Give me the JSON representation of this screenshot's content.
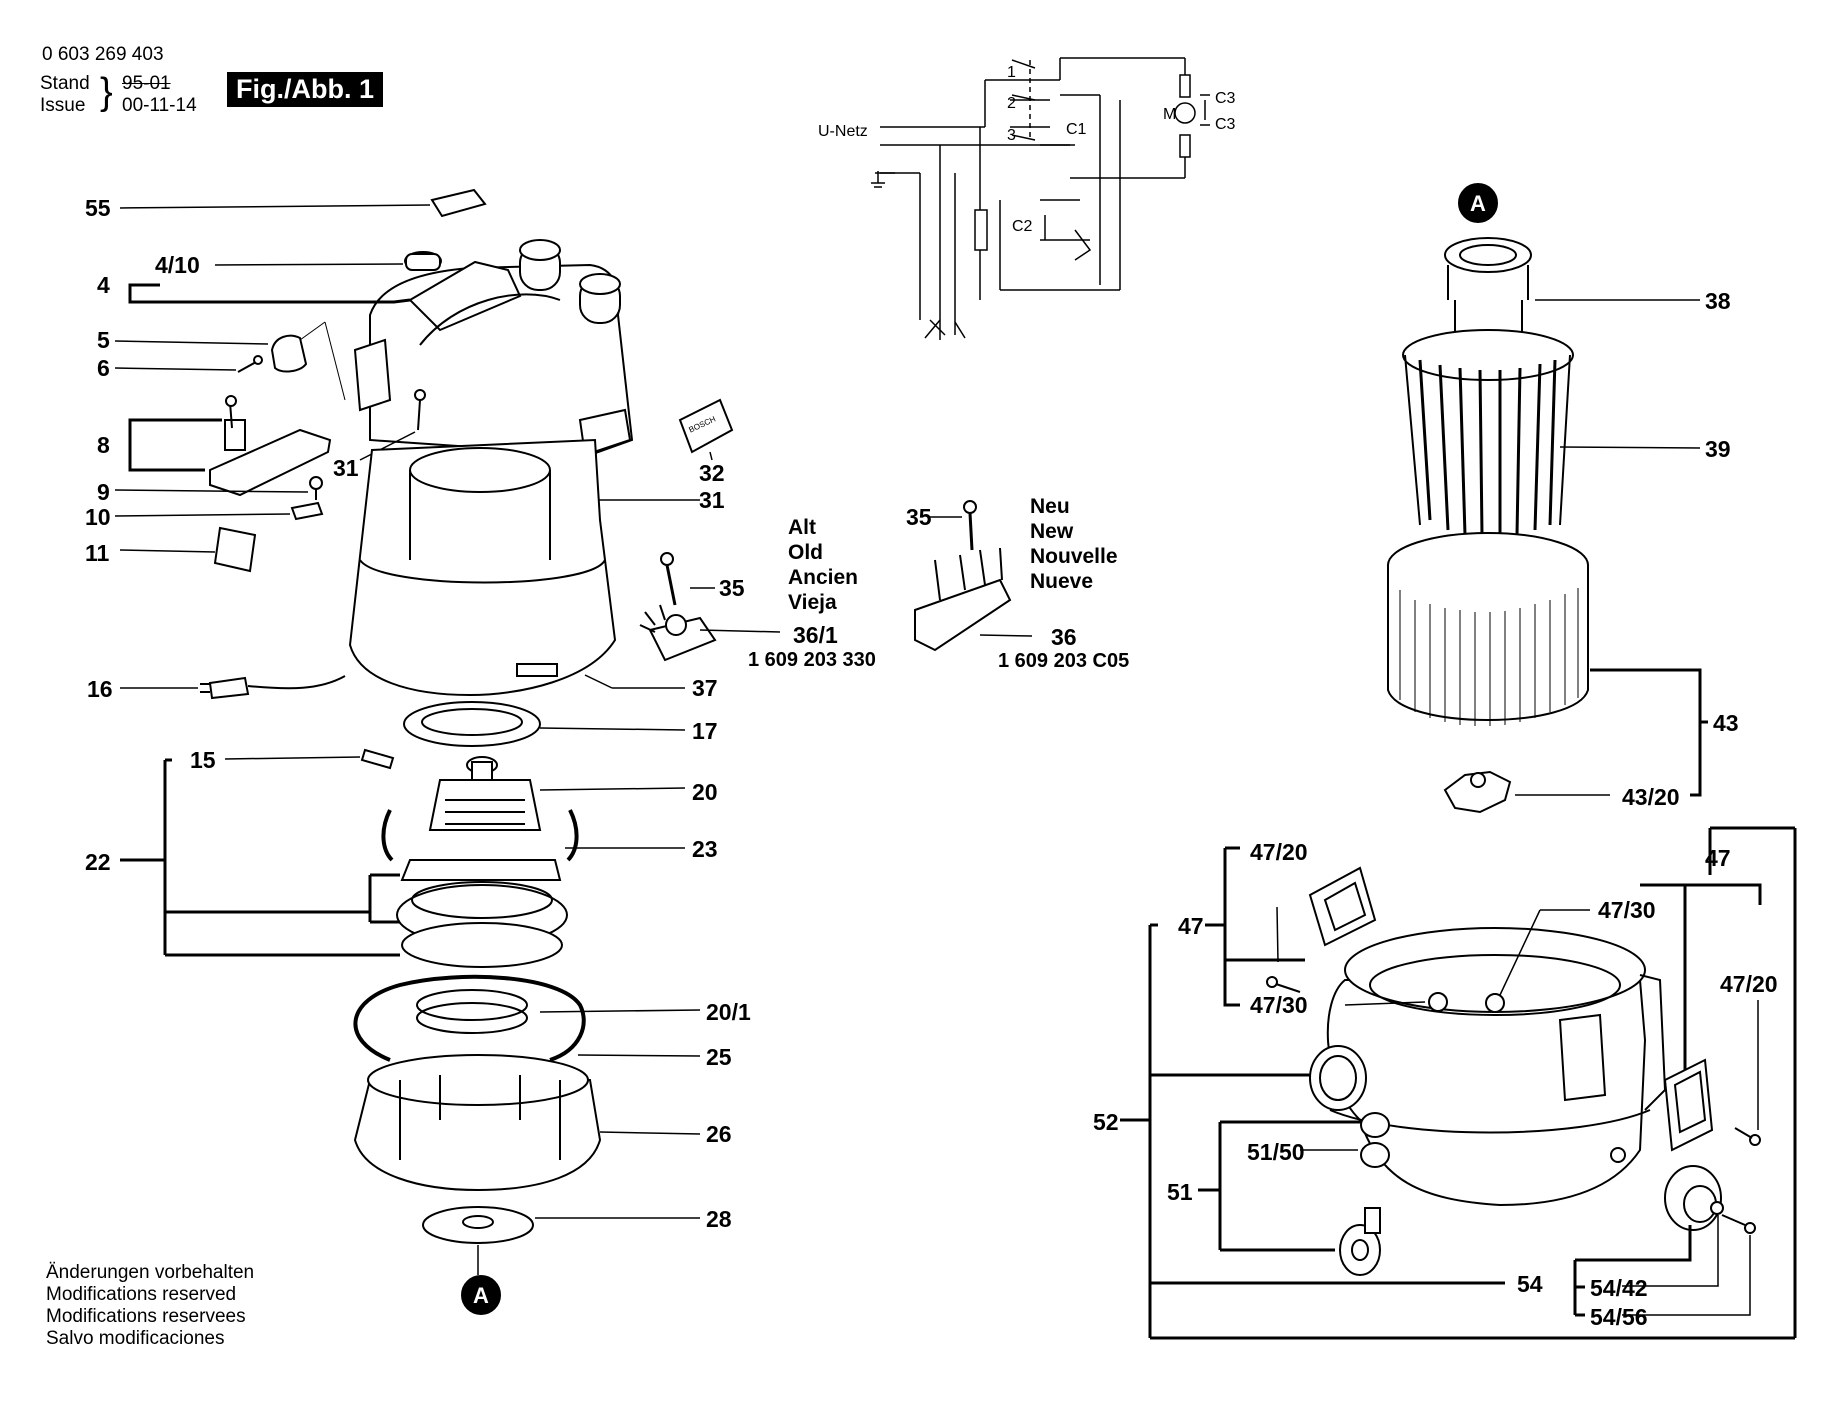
{
  "header": {
    "doc_number": "0 603 269 403",
    "stand_label": "Stand",
    "issue_label": "Issue",
    "stand_date_struck": "95-01",
    "issue_date": "00-11-14",
    "figure_label": "Fig./Abb. 1"
  },
  "notes": [
    "Änderungen vorbehalten",
    "Modifications reserved",
    "Modifications reservees",
    "Salvo modificaciones"
  ],
  "switch_variants": {
    "old_lines": [
      "Alt",
      "Old",
      "Ancien",
      "Vieja"
    ],
    "new_lines": [
      "Neu",
      "New",
      "Nouvelle",
      "Nueve"
    ],
    "old_part_number": "1 609 203 330",
    "new_part_number": "1 609 203 C05"
  },
  "schematic": {
    "supply_label": "U-Netz",
    "motor_label": "M",
    "components": [
      "C1",
      "C2",
      "C3",
      "C3"
    ],
    "switch_poles": [
      "1",
      "2",
      "3"
    ]
  },
  "connector_marker": "A",
  "callouts": [
    "55",
    "4",
    "4/10",
    "5",
    "6",
    "8",
    "31",
    "32",
    "9",
    "31",
    "10",
    "11",
    "35",
    "36/1",
    "16",
    "37",
    "17",
    "15",
    "20",
    "22",
    "23",
    "20/1",
    "25",
    "26",
    "28",
    "35",
    "36",
    "38",
    "39",
    "43",
    "43/20",
    "47",
    "47/20",
    "47/30",
    "47",
    "47/30",
    "47/20",
    "52",
    "51/50",
    "51",
    "54",
    "54/42",
    "54/56"
  ]
}
